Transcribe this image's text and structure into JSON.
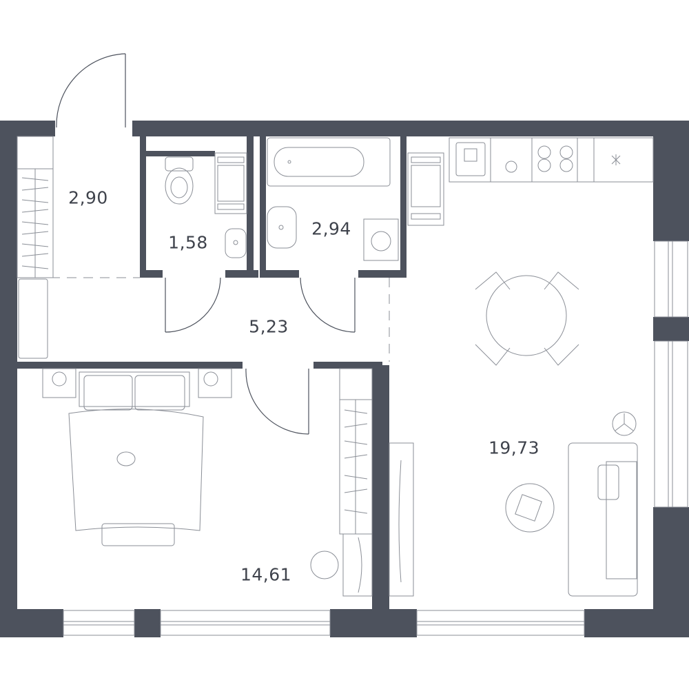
{
  "floorplan": {
    "wall_color": "#4d525d",
    "rooms": [
      {
        "name": "hallway-entrance",
        "area": "2,90"
      },
      {
        "name": "toilet",
        "area": "1,58"
      },
      {
        "name": "bathroom",
        "area": "2,94"
      },
      {
        "name": "corridor",
        "area": "5,23"
      },
      {
        "name": "bedroom",
        "area": "14,61"
      },
      {
        "name": "kitchen-living",
        "area": "19,73"
      }
    ]
  }
}
